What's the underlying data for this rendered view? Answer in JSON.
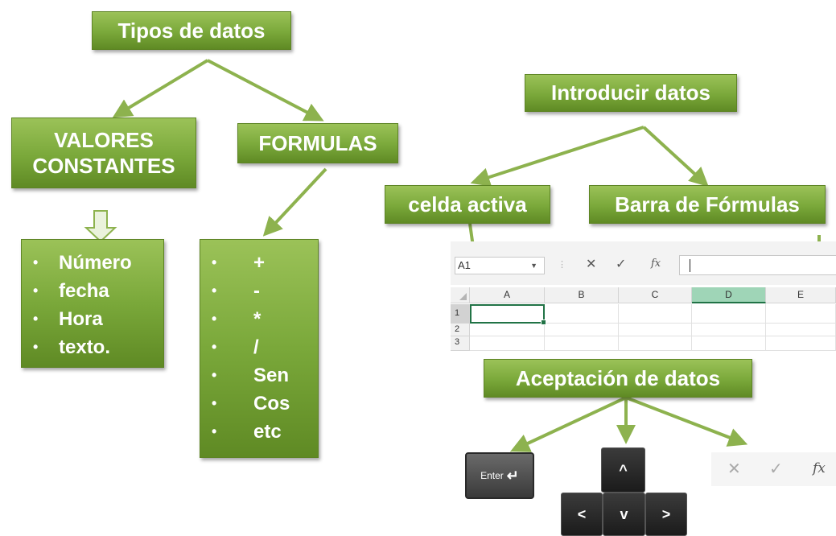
{
  "titles": {
    "tipos": "Tipos de datos",
    "valores_line1": "VALORES",
    "valores_line2": "CONSTANTES",
    "formulas": "FORMULAS",
    "introducir": "Introducir datos",
    "celda_activa": "celda activa",
    "barra": "Barra de Fórmulas",
    "aceptacion": "Aceptación de datos"
  },
  "valores_list": [
    "Número",
    "fecha",
    "Hora",
    "texto."
  ],
  "formulas_list": [
    "+",
    "-",
    "*",
    "/",
    "Sen",
    "Cos",
    "etc"
  ],
  "bullet": "•",
  "excel": {
    "name_box": "A1",
    "cancel_glyph": "✕",
    "enter_glyph": "✓",
    "fx_glyph": "fx",
    "columns": [
      "A",
      "B",
      "C",
      "D",
      "E"
    ],
    "rows": [
      "1",
      "2",
      "3"
    ]
  },
  "keys": {
    "enter_label": "Enter",
    "enter_arrow": "↵",
    "up": "^",
    "left": "<",
    "down": "v",
    "right": ">"
  },
  "accept_bar": {
    "cancel_glyph": "✕",
    "enter_glyph": "✓",
    "fx_glyph": "fx"
  },
  "colors": {
    "box_green": "#7aa83a",
    "arrow_green": "#8db24e",
    "excel_green": "#217346"
  }
}
